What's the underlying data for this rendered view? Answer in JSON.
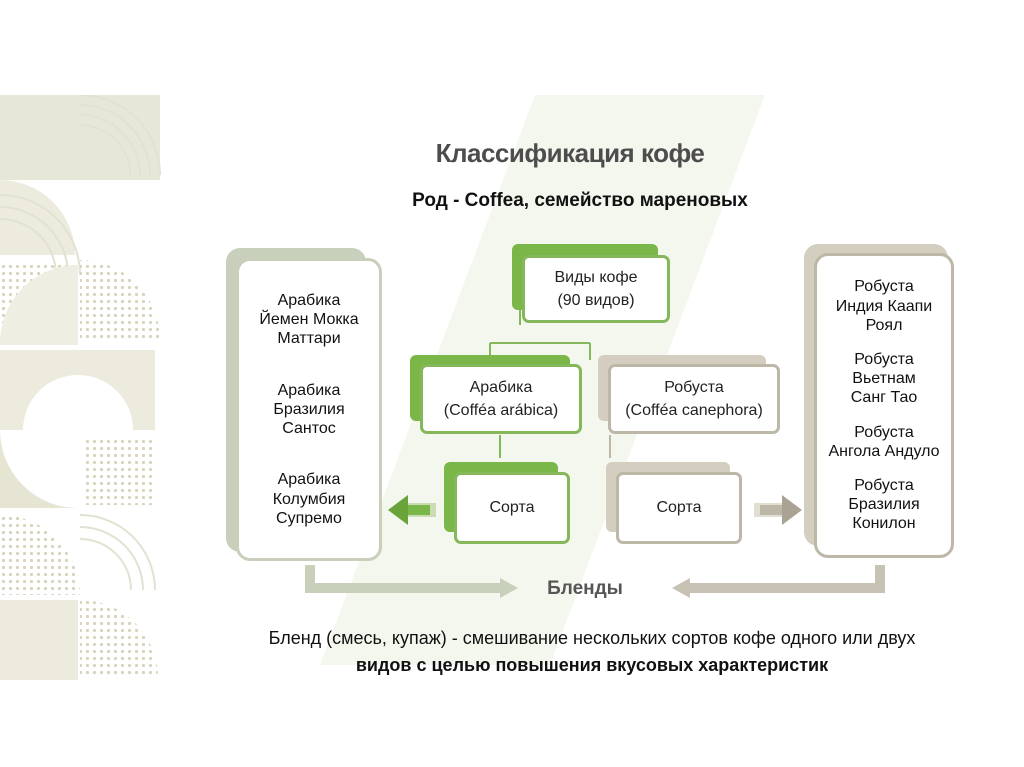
{
  "title": "Классификация кофе",
  "subtitle": "Род - Coffea, семейство мареновых",
  "root": {
    "line1": "Виды кофе",
    "line2": "(90 видов)"
  },
  "species": [
    {
      "name": "Арабика",
      "latin": "(Cofféa arábica)"
    },
    {
      "name": "Робуста",
      "latin": "(Cofféa canephora)"
    }
  ],
  "varieties_label": "Сорта",
  "arabica_varieties": [
    "Арабика Йемен Мокка Маттари",
    "Арабика Бразилия Сантос",
    "Арабика Колумбия Супремо"
  ],
  "robusta_varieties": [
    "Робуста Индия Каапи Роял",
    "Робуста Вьетнам Санг Тао",
    "Робуста Ангола Андуло",
    "Робуста Бразилия Конилон"
  ],
  "blends_label": "Бленды",
  "definition": {
    "line1": "Бленд (смесь, купаж) - смешивание нескольких сортов кофе одного или двух",
    "line2": "видов с целью повышения вкусовых характеристик"
  },
  "colors": {
    "green": "#7ab648",
    "beige": "#bdb7a8",
    "title": "#4d4d4d"
  }
}
